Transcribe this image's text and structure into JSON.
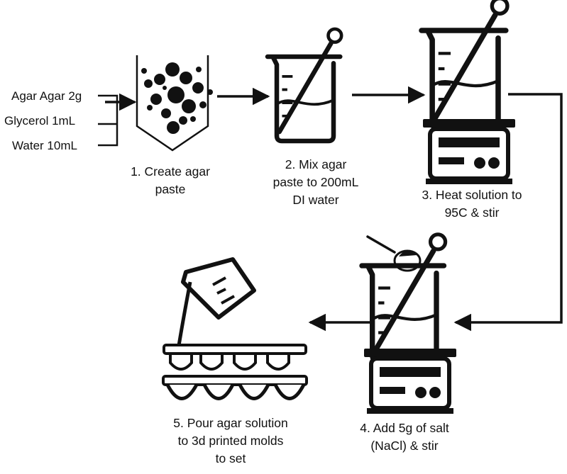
{
  "ingredients": {
    "agar": "Agar Agar 2g",
    "glycerol": "Glycerol 1mL",
    "water": "Water 10mL"
  },
  "steps": [
    {
      "lines": [
        "1. Create agar",
        "paste"
      ]
    },
    {
      "lines": [
        "2. Mix agar",
        "paste to 200mL",
        "DI water"
      ]
    },
    {
      "lines": [
        "3. Heat solution to",
        "95C & stir"
      ]
    },
    {
      "lines": [
        "4. Add 5g of salt",
        "(NaCl) & stir"
      ]
    },
    {
      "lines": [
        "5. Pour agar solution",
        "to 3d printed molds",
        "to set"
      ]
    }
  ],
  "icons": {
    "paste_container": "funnel-hopper-with-particles-icon",
    "beaker": "beaker-with-stir-rod-icon",
    "hotplate": "hotplate-stirrer-icon",
    "salt_spoon": "spoon-with-salt-icon",
    "pour_cup": "measuring-cup-pouring-icon",
    "mold": "mold-tray-icon"
  },
  "colors": {
    "ink": "#111111",
    "background": "#ffffff"
  }
}
